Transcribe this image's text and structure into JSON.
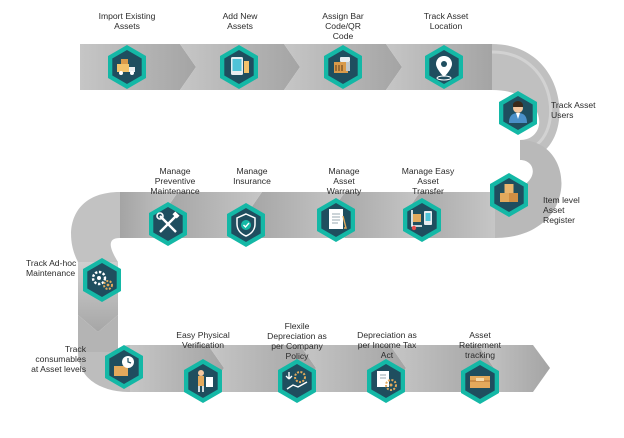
{
  "colors": {
    "band_dark": "#a9a9a9",
    "band_light": "#d6d6d6",
    "hex_ring": "#14b8a6",
    "hex_fill": "#1f4e5f",
    "text": "#2b2b2b"
  },
  "steps": [
    {
      "label": "Import Existing\nAssets",
      "icon": "truck-icon"
    },
    {
      "label": "Add New\nAssets",
      "icon": "tablet-icon"
    },
    {
      "label": "Assign Bar\nCode/QR\nCode",
      "icon": "barcode-scanner-icon"
    },
    {
      "label": "Track Asset\nLocation",
      "icon": "location-pin-icon"
    },
    {
      "label": "Track Asset\nUsers",
      "icon": "user-icon"
    },
    {
      "label": "Item level\nAsset\nRegister",
      "icon": "boxes-icon"
    },
    {
      "label": "Manage Easy\nAsset\nTransfer",
      "icon": "hand-truck-icon"
    },
    {
      "label": "Manage\nAsset\nWarranty",
      "icon": "document-icon"
    },
    {
      "label": "Manage\nInsurance",
      "icon": "shield-check-icon"
    },
    {
      "label": "Manage\nPreventive\nMaintenance",
      "icon": "tools-icon"
    },
    {
      "label": "Track Ad-hoc\nMaintenance",
      "icon": "gears-icon"
    },
    {
      "label": "Track\nconsumables\nat Asset levels",
      "icon": "box-clock-icon"
    },
    {
      "label": "Easy Physical\nVerification",
      "icon": "person-clipboard-icon"
    },
    {
      "label": "Flexile\nDepreciation as\nper Company\nPolicy",
      "icon": "depreciation-chart-icon"
    },
    {
      "label": "Depreciation as\nper Income Tax\nAct",
      "icon": "tax-report-icon"
    },
    {
      "label": "Asset\nRetirement\ntracking",
      "icon": "retire-box-icon"
    }
  ]
}
